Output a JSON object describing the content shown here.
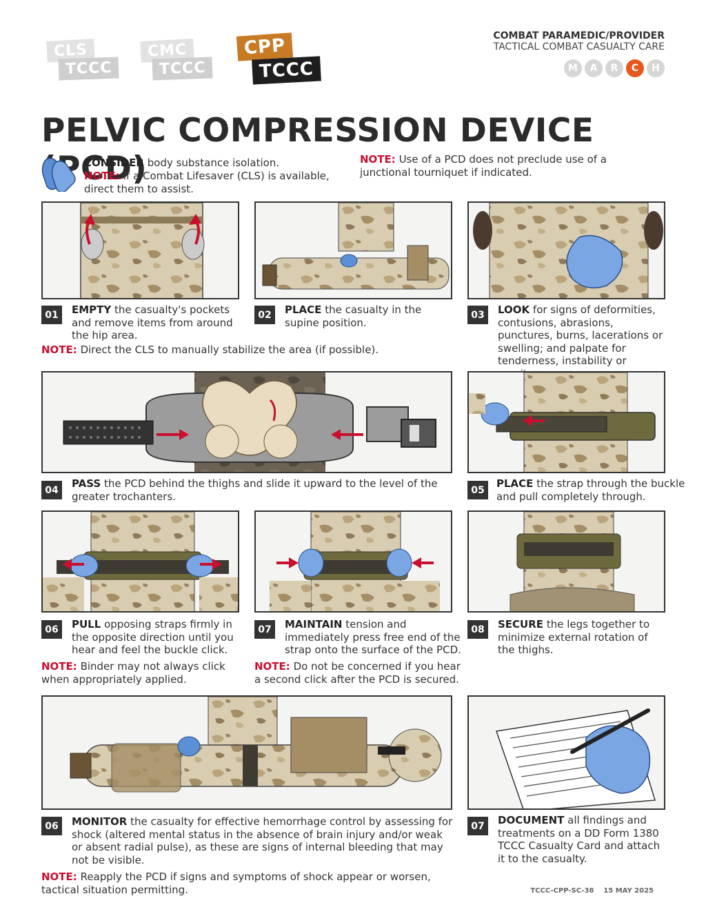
{
  "badges": [
    {
      "top": "CLS",
      "bottom": "TCCC"
    },
    {
      "top": "CMC",
      "bottom": "TCCC"
    },
    {
      "top": "CPP",
      "bottom": "TCCC"
    }
  ],
  "header": {
    "line1": "COMBAT PARAMEDIC/PROVIDER",
    "line2": "TACTICAL COMBAT CASUALTY CARE",
    "march": [
      "M",
      "A",
      "R",
      "C",
      "H"
    ],
    "march_active": "C"
  },
  "title": "PELVIC COMPRESSION DEVICE (PCD)",
  "intro": {
    "consider_lead": "CONSIDER",
    "consider_text": " body substance isolation.",
    "note_label": "NOTE:",
    "note_text": " If a Combat Lifesaver (CLS) is available, direct them to assist.",
    "note2_label": "NOTE:",
    "note2_text": " Use of a PCD does not preclude use of a junctional tourniquet if indicated."
  },
  "steps": [
    {
      "num": "01",
      "lead": "EMPTY",
      "text": " the casualty's pockets and remove items from around the hip area.",
      "note_label": "NOTE:",
      "note": " Direct the CLS to manually stabilize the area (if possible)."
    },
    {
      "num": "02",
      "lead": "PLACE",
      "text": " the casualty in the supine position."
    },
    {
      "num": "03",
      "lead": "LOOK",
      "text": " for signs of deformities, contusions, abrasions, punctures, burns, lacerations or swelling; and palpate for tenderness, instability or crepitus."
    },
    {
      "num": "04",
      "lead": "PASS",
      "text": " the PCD behind the thighs and slide it upward to the level of the greater trochanters."
    },
    {
      "num": "05",
      "lead": "PLACE",
      "text": " the strap through the buckle and pull completely through."
    },
    {
      "num": "06",
      "lead": "PULL",
      "text": " opposing straps firmly in the opposite direction until you hear and feel the buckle click.",
      "note_label": "NOTE:",
      "note": " Binder may not always click when appropriately applied."
    },
    {
      "num": "07",
      "lead": "MAINTAIN",
      "text": " tension and immediately press free end of the strap onto the surface of the PCD.",
      "note_label": "NOTE:",
      "note": " Do not be concerned if you hear a second click after the PCD is secured."
    },
    {
      "num": "08",
      "lead": "SECURE",
      "text": " the legs together to minimize external rotation of the thighs."
    },
    {
      "num": "06",
      "lead": "MONITOR",
      "text": " the casualty for effective hemorrhage control by assessing for shock (altered mental status in the absence of brain injury and/or weak or absent radial pulse), as these are signs of internal bleeding that may not be visible.",
      "note_label": "NOTE:",
      "note": " Reapply the PCD if signs and symptoms of shock appear or worsen, tactical situation permitting."
    },
    {
      "num": "07",
      "lead": "DOCUMENT",
      "text": " all findings and treatments on a DD Form 1380 TCCC Casualty Card and attach it to the casualty."
    }
  ],
  "footer": {
    "code": "TCCC-CPP-SC-38",
    "date": "15 MAY 2025"
  },
  "colors": {
    "cpp_orange": "#c97a24",
    "note_red": "#c8102e",
    "march_active": "#e8571e",
    "glove_blue": "#5b8fd6",
    "camo_tan": "#cdbd98"
  }
}
